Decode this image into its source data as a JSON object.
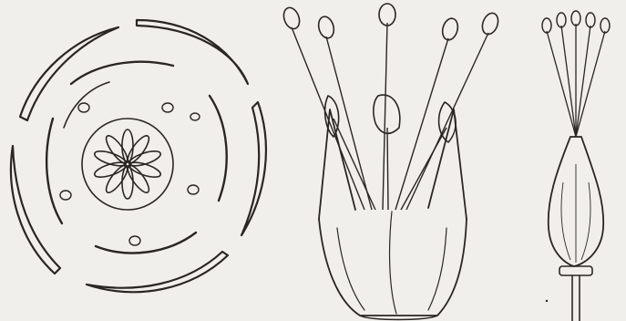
{
  "plate": {
    "title": "",
    "background": "#f1efec",
    "ink": "#2a2622"
  },
  "figures": [
    {
      "name": "floral-diagram",
      "caption": ""
    },
    {
      "name": "stamens-and-perianth",
      "caption": ""
    },
    {
      "name": "pistil",
      "caption": ""
    }
  ]
}
